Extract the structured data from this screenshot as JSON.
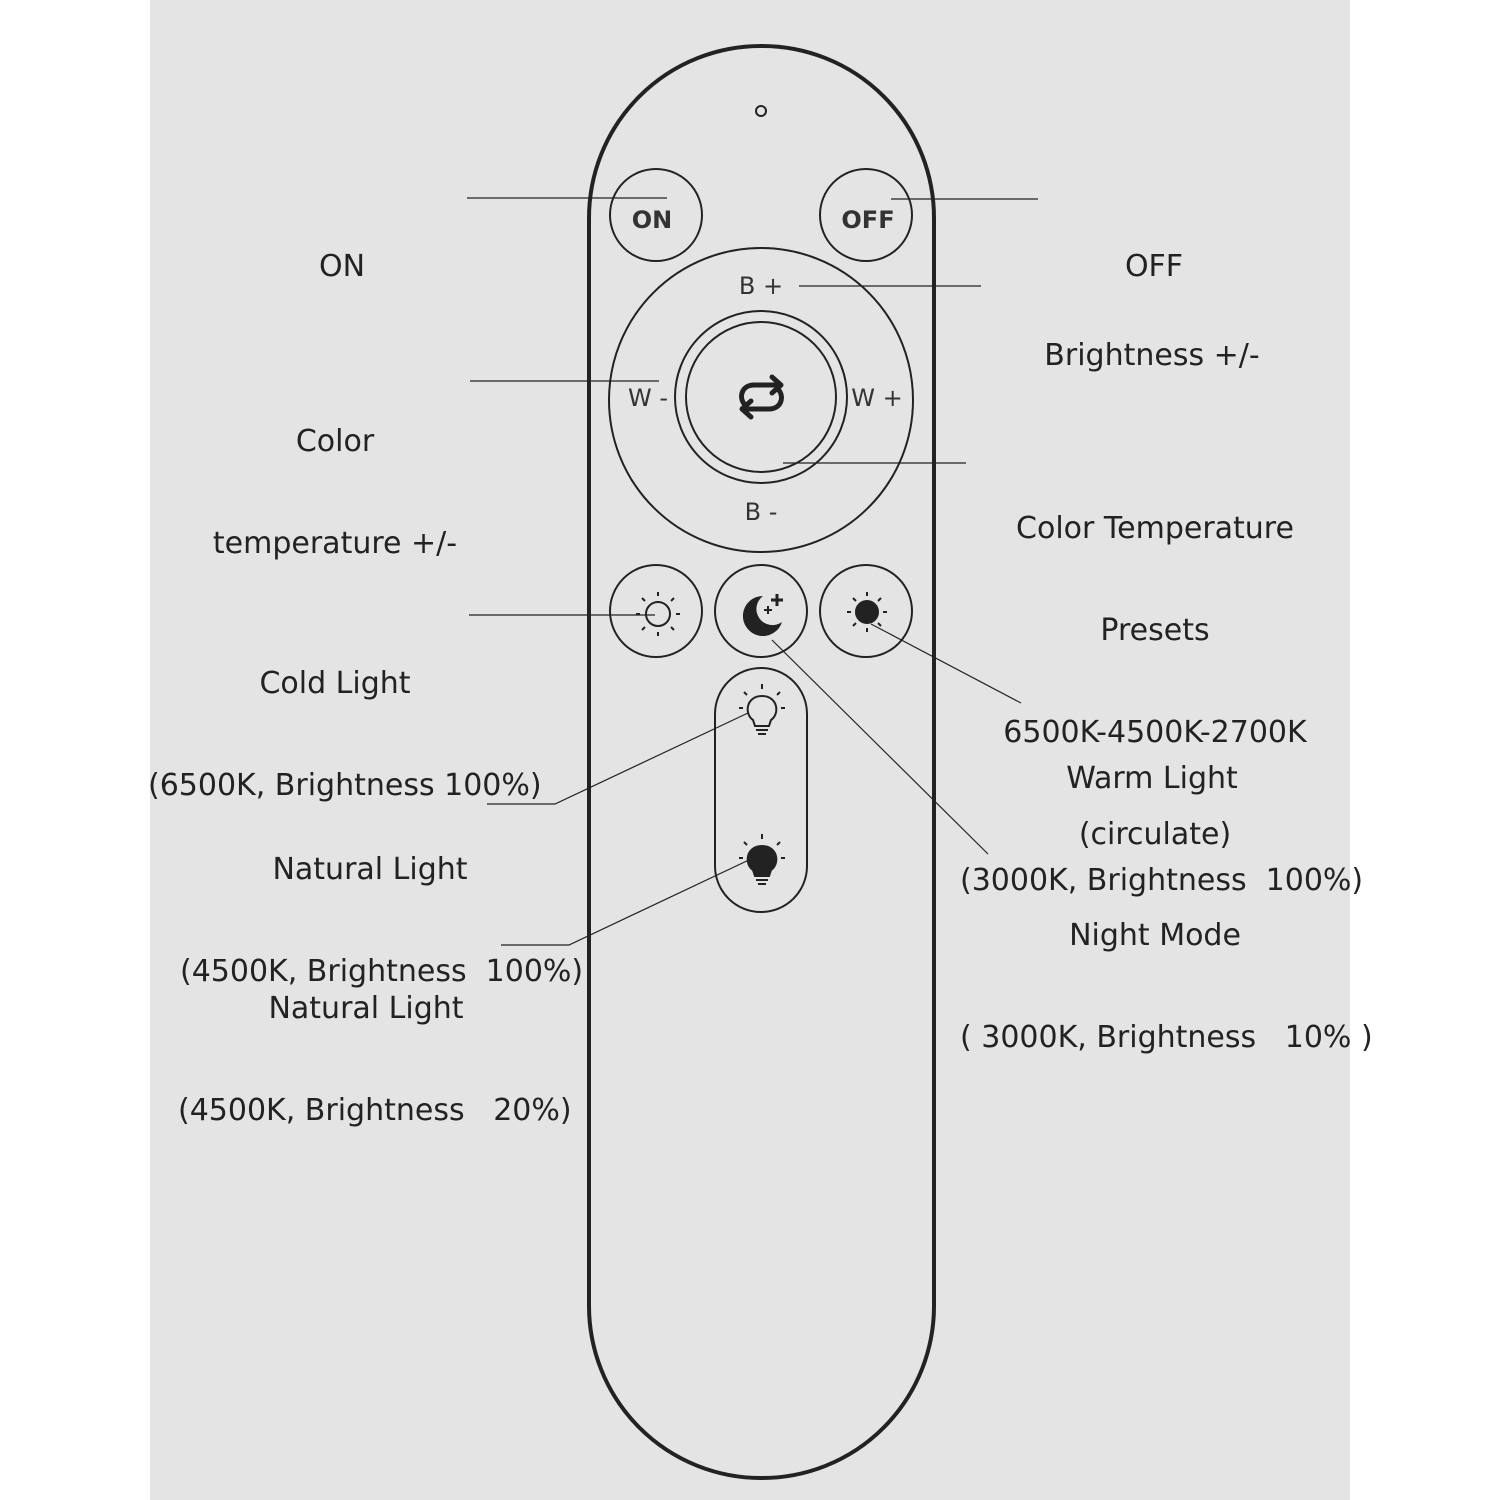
{
  "colors": {
    "background": "#e4e4e4",
    "remote_outline": "#222222",
    "text": "#222222"
  },
  "remote": {
    "on_label": "ON",
    "off_label": "OFF",
    "b_plus": "B +",
    "b_minus": "B -",
    "w_minus": "W -",
    "w_plus": "W +",
    "center_icon": "cycle-arrows-icon",
    "row_icons": [
      "sun-outline-icon",
      "moon-stars-icon",
      "sun-filled-icon"
    ],
    "slider_icons": [
      "bulb-outline-icon",
      "bulb-filled-icon"
    ]
  },
  "callouts": {
    "on": [
      "ON"
    ],
    "off": [
      "OFF"
    ],
    "brightness": [
      "Brightness +/-"
    ],
    "color_temp": [
      "Color",
      "temperature +/-"
    ],
    "presets": [
      "Color Temperature",
      "Presets",
      "6500K-4500K-2700K",
      "(circulate)"
    ],
    "cold_light": [
      "Cold Light",
      "(6500K, Brightness 100%)"
    ],
    "warm_light": [
      "Warm Light",
      "(3000K, Brightness  100%)"
    ],
    "natural_100": [
      "Natural Light",
      "(4500K, Brightness  100%)"
    ],
    "night_mode": [
      "Night Mode",
      "( 3000K, Brightness   10% )"
    ],
    "natural_20": [
      "Natural Light",
      "(4500K, Brightness   20%)"
    ]
  }
}
